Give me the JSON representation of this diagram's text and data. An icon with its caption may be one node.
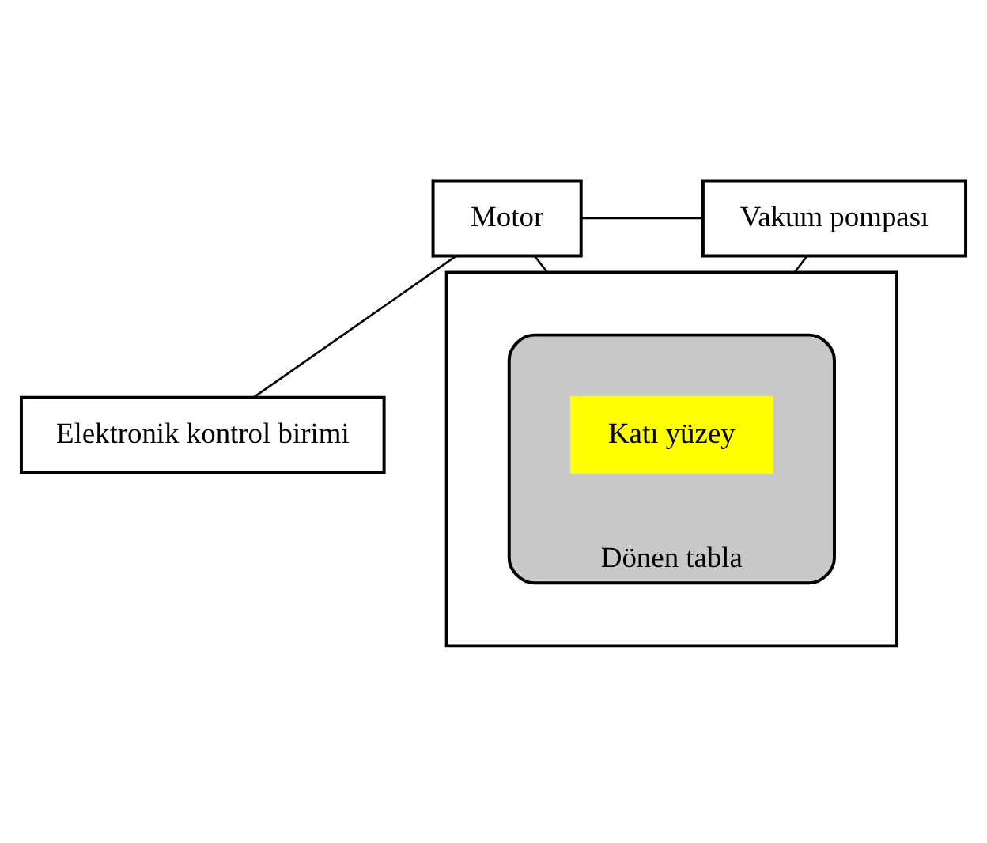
{
  "diagram": {
    "nodes": [
      {
        "text": [
          "Motor"
        ]
      },
      {
        "text": [
          "Vakum pompası"
        ]
      },
      {
        "text": [],
        "shape": "box"
      },
      {
        "text": [
          "Dönen tabla"
        ],
        "in": 2
      },
      {
        "text": [
          "Katı yüzey"
        ],
        "in": 3
      },
      {
        "text": [
          "Elektronik kontrol birimi"
        ]
      }
    ],
    "edges": [
      {
        "from": 0,
        "to": 1,
        "arrow": "none"
      },
      {
        "from": 0,
        "to": 2,
        "arrow": "none"
      },
      {
        "from": 1,
        "to": 2,
        "arrow": "none"
      },
      {
        "from": 0,
        "to": 5,
        "arrow": "none"
      }
    ]
  }
}
